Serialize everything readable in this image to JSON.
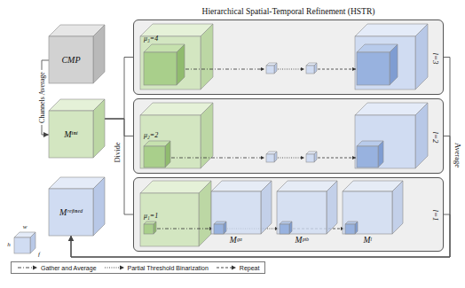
{
  "diagram": {
    "title": "Hierarchical Spatial-Temporal Refinement (HSTR)",
    "nodes": [
      {
        "text": [
          "CMP"
        ]
      },
      {
        "text": [
          "Mⁱⁿⁱ"
        ]
      },
      {
        "text": [
          "Mʳᵉᶠⁱⁿᵉᵈ"
        ]
      },
      {
        "text": [
          "l=3"
        ]
      },
      {
        "text": [
          "μ₃=4"
        ],
        "in": 3
      },
      {
        "text": [
          "l=2"
        ]
      },
      {
        "text": [
          "μ₂=2"
        ],
        "in": 5
      },
      {
        "text": [
          "l=1"
        ]
      },
      {
        "text": [
          "μ₁=1"
        ],
        "in": 7
      },
      {
        "text": [
          "Mᵍᵃ"
        ],
        "in": 7
      },
      {
        "text": [
          "Mᵖᵗᵇ"
        ],
        "in": 7
      },
      {
        "text": [
          "Mˡ"
        ],
        "in": 7
      }
    ],
    "edges": [
      {
        "from": 0,
        "to": 1,
        "arrow": "to",
        "label": "Channels Average"
      },
      {
        "from": 1,
        "to": 3,
        "arrow": "none"
      },
      {
        "from": 1,
        "to": 5,
        "arrow": "none"
      },
      {
        "from": 1,
        "to": 7,
        "arrow": "none"
      },
      {
        "from": 3,
        "to": 2,
        "arrow": "to"
      },
      {
        "from": 5,
        "to": 2,
        "arrow": "to"
      },
      {
        "from": 7,
        "to": 2,
        "arrow": "to"
      }
    ],
    "labels": [
      "Divide",
      "Average",
      "w",
      "h",
      "f"
    ],
    "legend": [
      {
        "text": "Gather and Average"
      },
      {
        "text": "Partial Threshold Binarization"
      },
      {
        "text": "Repeat"
      }
    ]
  }
}
